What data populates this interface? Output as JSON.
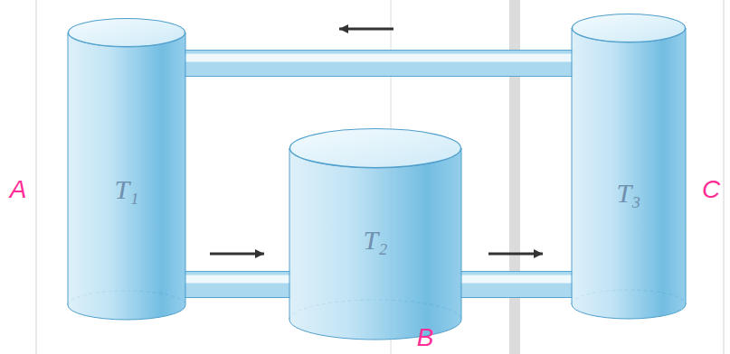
{
  "diagram": {
    "nodes": [
      {
        "text": [
          "T₁"
        ]
      },
      {
        "text": [
          "T₂"
        ]
      },
      {
        "text": [
          "T₃"
        ]
      }
    ],
    "edges": [
      {
        "from": 2,
        "to": 0,
        "arrow": "to"
      },
      {
        "from": 0,
        "to": 1,
        "arrow": "to"
      },
      {
        "from": 1,
        "to": 2,
        "arrow": "to"
      }
    ],
    "labels": [
      "A",
      "B",
      "C"
    ]
  }
}
